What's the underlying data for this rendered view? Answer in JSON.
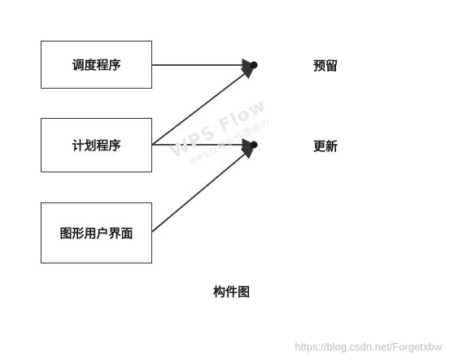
{
  "diagram": {
    "caption": "构件图",
    "components": [
      {
        "label": "调度程序"
      },
      {
        "label": "计划程序"
      },
      {
        "label": "图形用户界面"
      }
    ],
    "interfaces": [
      {
        "label": "预留"
      },
      {
        "label": "更新"
      }
    ],
    "connections": [
      {
        "from": "调度程序",
        "to": "预留"
      },
      {
        "from": "计划程序",
        "to": "预留"
      },
      {
        "from": "计划程序",
        "to": "更新"
      },
      {
        "from": "图形用户界面",
        "to": "更新"
      }
    ],
    "colors": {
      "line": "#333333",
      "text": "#1a1a1a"
    }
  },
  "watermark": {
    "main": "WPS Flow",
    "sub": "WPS仅提供作图能力"
  },
  "source_url": "https://blog.csdn.net/Forgetxbw"
}
